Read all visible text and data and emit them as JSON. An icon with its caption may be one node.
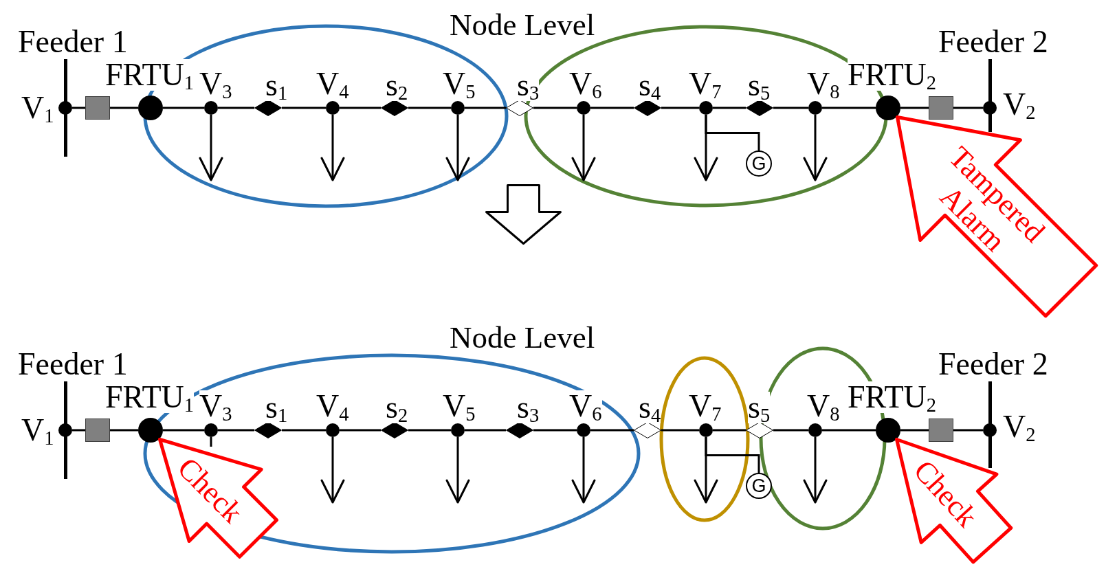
{
  "diagram": {
    "nodes": [
      {
        "text": [],
        "shape": "bar",
        "beside": [
          "Feeder 1"
        ]
      },
      {
        "text": [],
        "shape": "circle",
        "beside": [
          "V$_{1}$"
        ]
      },
      {
        "text": [],
        "shape": "box"
      },
      {
        "text": [],
        "shape": "circle",
        "beside": [
          "FRTU$_{1}$"
        ]
      },
      {
        "text": [],
        "shape": "circle",
        "beside": [
          "V$_{3}$"
        ]
      },
      {
        "text": [],
        "shape": "diamond",
        "beside": [
          "s$_{1}$"
        ]
      },
      {
        "text": [],
        "shape": "circle",
        "beside": [
          "V$_{4}$"
        ]
      },
      {
        "text": [],
        "shape": "diamond",
        "beside": [
          "s$_{2}$"
        ]
      },
      {
        "text": [],
        "shape": "circle",
        "beside": [
          "V$_{5}$"
        ]
      },
      {
        "text": [],
        "shape": "diamond",
        "beside": [
          "s$_{3}$"
        ]
      },
      {
        "text": [],
        "shape": "circle",
        "beside": [
          "V$_{6}$"
        ]
      },
      {
        "text": [],
        "shape": "diamond",
        "beside": [
          "s$_{4}$"
        ]
      },
      {
        "text": [],
        "shape": "circle",
        "beside": [
          "V$_{7}$"
        ]
      },
      {
        "text": [],
        "shape": "diamond",
        "beside": [
          "s$_{5}$"
        ]
      },
      {
        "text": [
          "G"
        ]
      },
      {
        "text": [],
        "shape": "circle",
        "beside": [
          "V$_{8}$"
        ]
      },
      {
        "text": [],
        "shape": "circle",
        "beside": [
          "FRTU$_{2}$"
        ]
      },
      {
        "text": [],
        "shape": "box"
      },
      {
        "text": [],
        "shape": "circle",
        "beside": [
          "V$_{2}$"
        ]
      },
      {
        "text": [],
        "shape": "bar",
        "beside": [
          "Feeder 2"
        ]
      },
      {
        "text": [
          "Tampered Alarm"
        ]
      },
      {
        "text": [],
        "shape": "arrow"
      },
      {
        "text": [],
        "shape": "bar",
        "beside": [
          "Feeder 1"
        ]
      },
      {
        "text": [],
        "shape": "circle",
        "beside": [
          "V$_{1}$"
        ]
      },
      {
        "text": [],
        "shape": "box"
      },
      {
        "text": [],
        "shape": "circle",
        "beside": [
          "FRTU$_{1}$"
        ]
      },
      {
        "text": [],
        "shape": "circle",
        "beside": [
          "V$_{3}$"
        ]
      },
      {
        "text": [],
        "shape": "diamond",
        "beside": [
          "s$_{1}$"
        ]
      },
      {
        "text": [],
        "shape": "circle",
        "beside": [
          "V$_{4}$"
        ]
      },
      {
        "text": [],
        "shape": "diamond",
        "beside": [
          "s$_{2}$"
        ]
      },
      {
        "text": [],
        "shape": "circle",
        "beside": [
          "V$_{5}$"
        ]
      },
      {
        "text": [],
        "shape": "diamond",
        "beside": [
          "s$_{3}$"
        ]
      },
      {
        "text": [],
        "shape": "circle",
        "beside": [
          "V$_{6}$"
        ]
      },
      {
        "text": [],
        "shape": "diamond",
        "beside": [
          "s$_{4}$"
        ]
      },
      {
        "text": [],
        "shape": "circle",
        "beside": [
          "V$_{7}$"
        ]
      },
      {
        "text": [],
        "shape": "diamond",
        "beside": [
          "s$_{5}$"
        ]
      },
      {
        "text": [
          "G"
        ]
      },
      {
        "text": [],
        "shape": "circle",
        "beside": [
          "V$_{8}$"
        ]
      },
      {
        "text": [],
        "shape": "circle",
        "beside": [
          "FRTU$_{2}$"
        ]
      },
      {
        "text": [],
        "shape": "box"
      },
      {
        "text": [],
        "shape": "circle",
        "beside": [
          "V$_{2}$"
        ]
      },
      {
        "text": [],
        "shape": "bar",
        "beside": [
          "Feeder 2"
        ]
      },
      {
        "text": [
          "Check"
        ]
      },
      {
        "text": [
          "Check"
        ]
      }
    ],
    "edges": [
      {
        "from": 1,
        "to": 2,
        "arrow": "none"
      },
      {
        "from": 2,
        "to": 3,
        "arrow": "none"
      },
      {
        "from": 3,
        "to": 4,
        "arrow": "none"
      },
      {
        "from": 4,
        "to": 5,
        "arrow": "none"
      },
      {
        "from": 5,
        "to": 6,
        "arrow": "none"
      },
      {
        "from": 6,
        "to": 7,
        "arrow": "none"
      },
      {
        "from": 7,
        "to": 8,
        "arrow": "none"
      },
      {
        "from": 8,
        "to": 9,
        "arrow": "none"
      },
      {
        "from": 9,
        "to": 10,
        "arrow": "none"
      },
      {
        "from": 10,
        "to": 11,
        "arrow": "none"
      },
      {
        "from": 11,
        "to": 12,
        "arrow": "none"
      },
      {
        "from": 12,
        "to": 13,
        "arrow": "none"
      },
      {
        "from": 13,
        "to": 15,
        "arrow": "none"
      },
      {
        "from": 15,
        "to": 16,
        "arrow": "none"
      },
      {
        "from": 16,
        "to": 17,
        "arrow": "none"
      },
      {
        "from": 17,
        "to": 18,
        "arrow": "none"
      },
      {
        "from": 4,
        "to": null,
        "arrow": "to"
      },
      {
        "from": 6,
        "to": null,
        "arrow": "to"
      },
      {
        "from": 8,
        "to": null,
        "arrow": "to"
      },
      {
        "from": 10,
        "to": null,
        "arrow": "to"
      },
      {
        "from": 12,
        "to": null,
        "arrow": "to"
      },
      {
        "from": 15,
        "to": null,
        "arrow": "to"
      },
      {
        "from": 12,
        "to": 14,
        "arrow": "none"
      },
      {
        "from": 23,
        "to": 24,
        "arrow": "none"
      },
      {
        "from": 24,
        "to": 25,
        "arrow": "none"
      },
      {
        "from": 25,
        "to": 26,
        "arrow": "none"
      },
      {
        "from": 26,
        "to": 27,
        "arrow": "none"
      },
      {
        "from": 27,
        "to": 28,
        "arrow": "none"
      },
      {
        "from": 28,
        "to": 29,
        "arrow": "none"
      },
      {
        "from": 29,
        "to": 30,
        "arrow": "none"
      },
      {
        "from": 30,
        "to": 31,
        "arrow": "none"
      },
      {
        "from": 31,
        "to": 32,
        "arrow": "none"
      },
      {
        "from": 32,
        "to": 33,
        "arrow": "none"
      },
      {
        "from": 33,
        "to": 34,
        "arrow": "none"
      },
      {
        "from": 34,
        "to": 35,
        "arrow": "none"
      },
      {
        "from": 35,
        "to": 37,
        "arrow": "none"
      },
      {
        "from": 37,
        "to": 38,
        "arrow": "none"
      },
      {
        "from": 38,
        "to": 39,
        "arrow": "none"
      },
      {
        "from": 39,
        "to": 40,
        "arrow": "none"
      },
      {
        "from": 26,
        "to": null,
        "arrow": "none"
      },
      {
        "from": 28,
        "to": null,
        "arrow": "to"
      },
      {
        "from": 30,
        "to": null,
        "arrow": "to"
      },
      {
        "from": 32,
        "to": null,
        "arrow": "to"
      },
      {
        "from": 34,
        "to": null,
        "arrow": "to"
      },
      {
        "from": 37,
        "to": null,
        "arrow": "to"
      },
      {
        "from": 34,
        "to": 36,
        "arrow": "none"
      }
    ],
    "labels": [
      "Node Level",
      "Node Level"
    ]
  }
}
